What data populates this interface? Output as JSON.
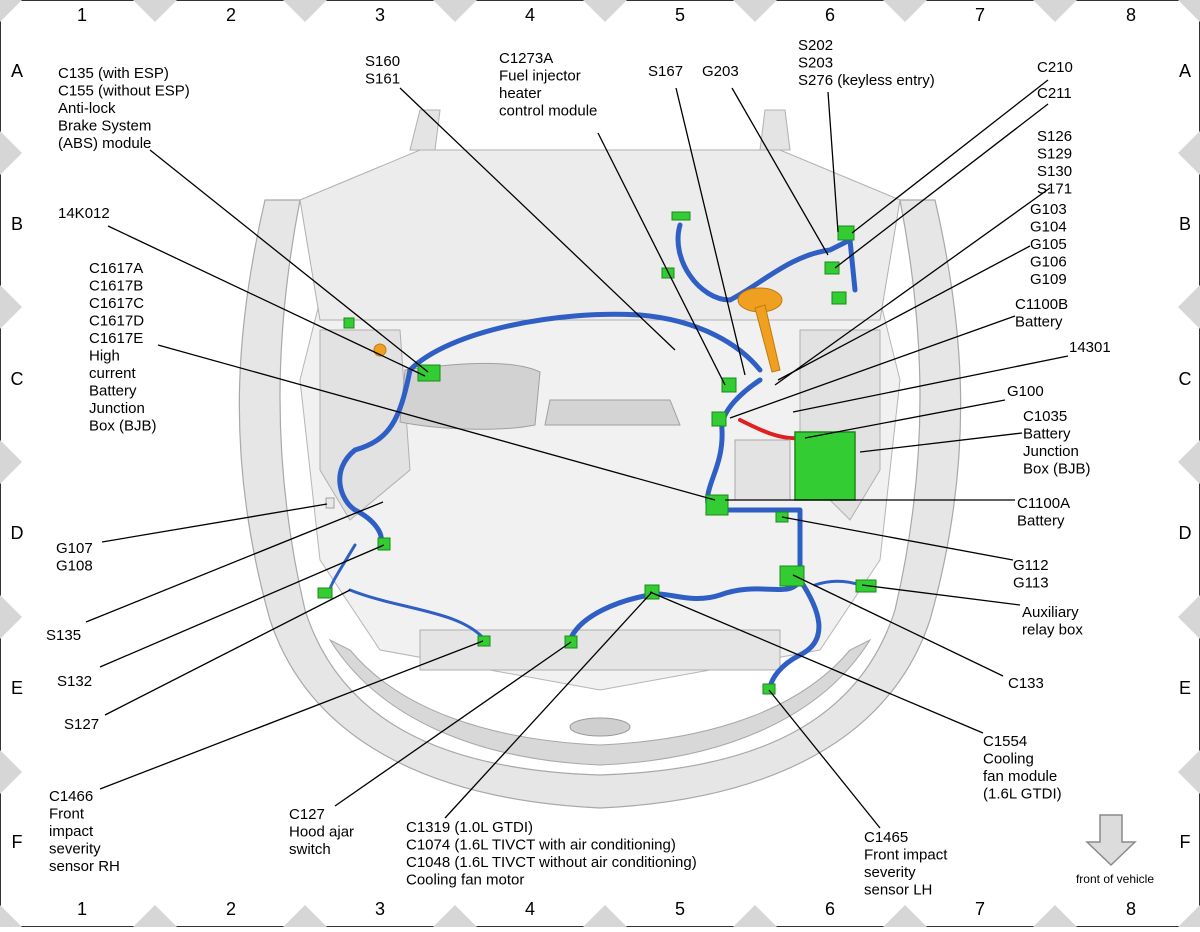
{
  "grid": {
    "columns": [
      "1",
      "2",
      "3",
      "4",
      "5",
      "6",
      "7",
      "8"
    ],
    "rows": [
      "A",
      "B",
      "C",
      "D",
      "E",
      "F"
    ]
  },
  "colors": {
    "harness": "#2f5fc4",
    "connector": "#33cc33",
    "ground_strap": "#f0a020",
    "cable_red": "#e02020",
    "marker": "#d6d6d6",
    "leader": "#000000",
    "car_body": "#dcdcdc"
  },
  "labels": [
    {
      "id": "abs",
      "lines": [
        "C135  (with ESP)",
        "C155  (without ESP)",
        "Anti-lock",
        "Brake System",
        "(ABS) module"
      ]
    },
    {
      "id": "k012",
      "lines": [
        "14K012"
      ]
    },
    {
      "id": "bjb-hc",
      "lines": [
        "C1617A",
        "C1617B",
        "C1617C",
        "C1617D",
        "C1617E",
        "High",
        "current",
        "Battery",
        "Junction",
        "Box (BJB)"
      ]
    },
    {
      "id": "s160",
      "lines": [
        "S160",
        "S161"
      ]
    },
    {
      "id": "c1273a",
      "lines": [
        "C1273A",
        "Fuel injector",
        "heater",
        "control module"
      ]
    },
    {
      "id": "s167",
      "lines": [
        "S167"
      ]
    },
    {
      "id": "g203",
      "lines": [
        "G203"
      ]
    },
    {
      "id": "s202",
      "lines": [
        "S202",
        "S203",
        "S276  (keyless entry)"
      ]
    },
    {
      "id": "c210",
      "lines": [
        "C210"
      ]
    },
    {
      "id": "c211",
      "lines": [
        "C211"
      ]
    },
    {
      "id": "s126",
      "lines": [
        "S126",
        "S129",
        "S130",
        "S171"
      ]
    },
    {
      "id": "g103",
      "lines": [
        "G103",
        "G104",
        "G105",
        "G106",
        "G109"
      ]
    },
    {
      "id": "c1100b",
      "lines": [
        "C1100B",
        "Battery"
      ]
    },
    {
      "id": "p14301",
      "lines": [
        "14301"
      ]
    },
    {
      "id": "g100",
      "lines": [
        "G100"
      ]
    },
    {
      "id": "c1035",
      "lines": [
        "C1035",
        "Battery",
        "Junction",
        "Box (BJB)"
      ]
    },
    {
      "id": "c1100a",
      "lines": [
        "C1100A",
        "Battery"
      ]
    },
    {
      "id": "g112",
      "lines": [
        "G112",
        "G113"
      ]
    },
    {
      "id": "aux",
      "lines": [
        "Auxiliary",
        "relay box"
      ]
    },
    {
      "id": "c133",
      "lines": [
        "C133"
      ]
    },
    {
      "id": "c1554",
      "lines": [
        "C1554",
        "Cooling",
        "fan module",
        "(1.6L GTDI)"
      ]
    },
    {
      "id": "c1465",
      "lines": [
        "C1465",
        "Front impact",
        "severity",
        "sensor LH"
      ]
    },
    {
      "id": "c1319",
      "lines": [
        "C1319 (1.0L GTDI)",
        "C1074 (1.6L TIVCT with air conditioning)",
        "C1048 (1.6L TIVCT without air conditioning)",
        "Cooling fan motor"
      ]
    },
    {
      "id": "c127",
      "lines": [
        "C127",
        "Hood ajar",
        "switch"
      ]
    },
    {
      "id": "c1466",
      "lines": [
        "C1466",
        "Front",
        "impact",
        "severity",
        "sensor RH"
      ]
    },
    {
      "id": "g107",
      "lines": [
        "G107",
        "G108"
      ]
    },
    {
      "id": "s135",
      "lines": [
        "S135"
      ]
    },
    {
      "id": "s132",
      "lines": [
        "S132"
      ]
    },
    {
      "id": "s127",
      "lines": [
        "S127"
      ]
    }
  ],
  "front_indicator": {
    "label": "front of vehicle"
  }
}
